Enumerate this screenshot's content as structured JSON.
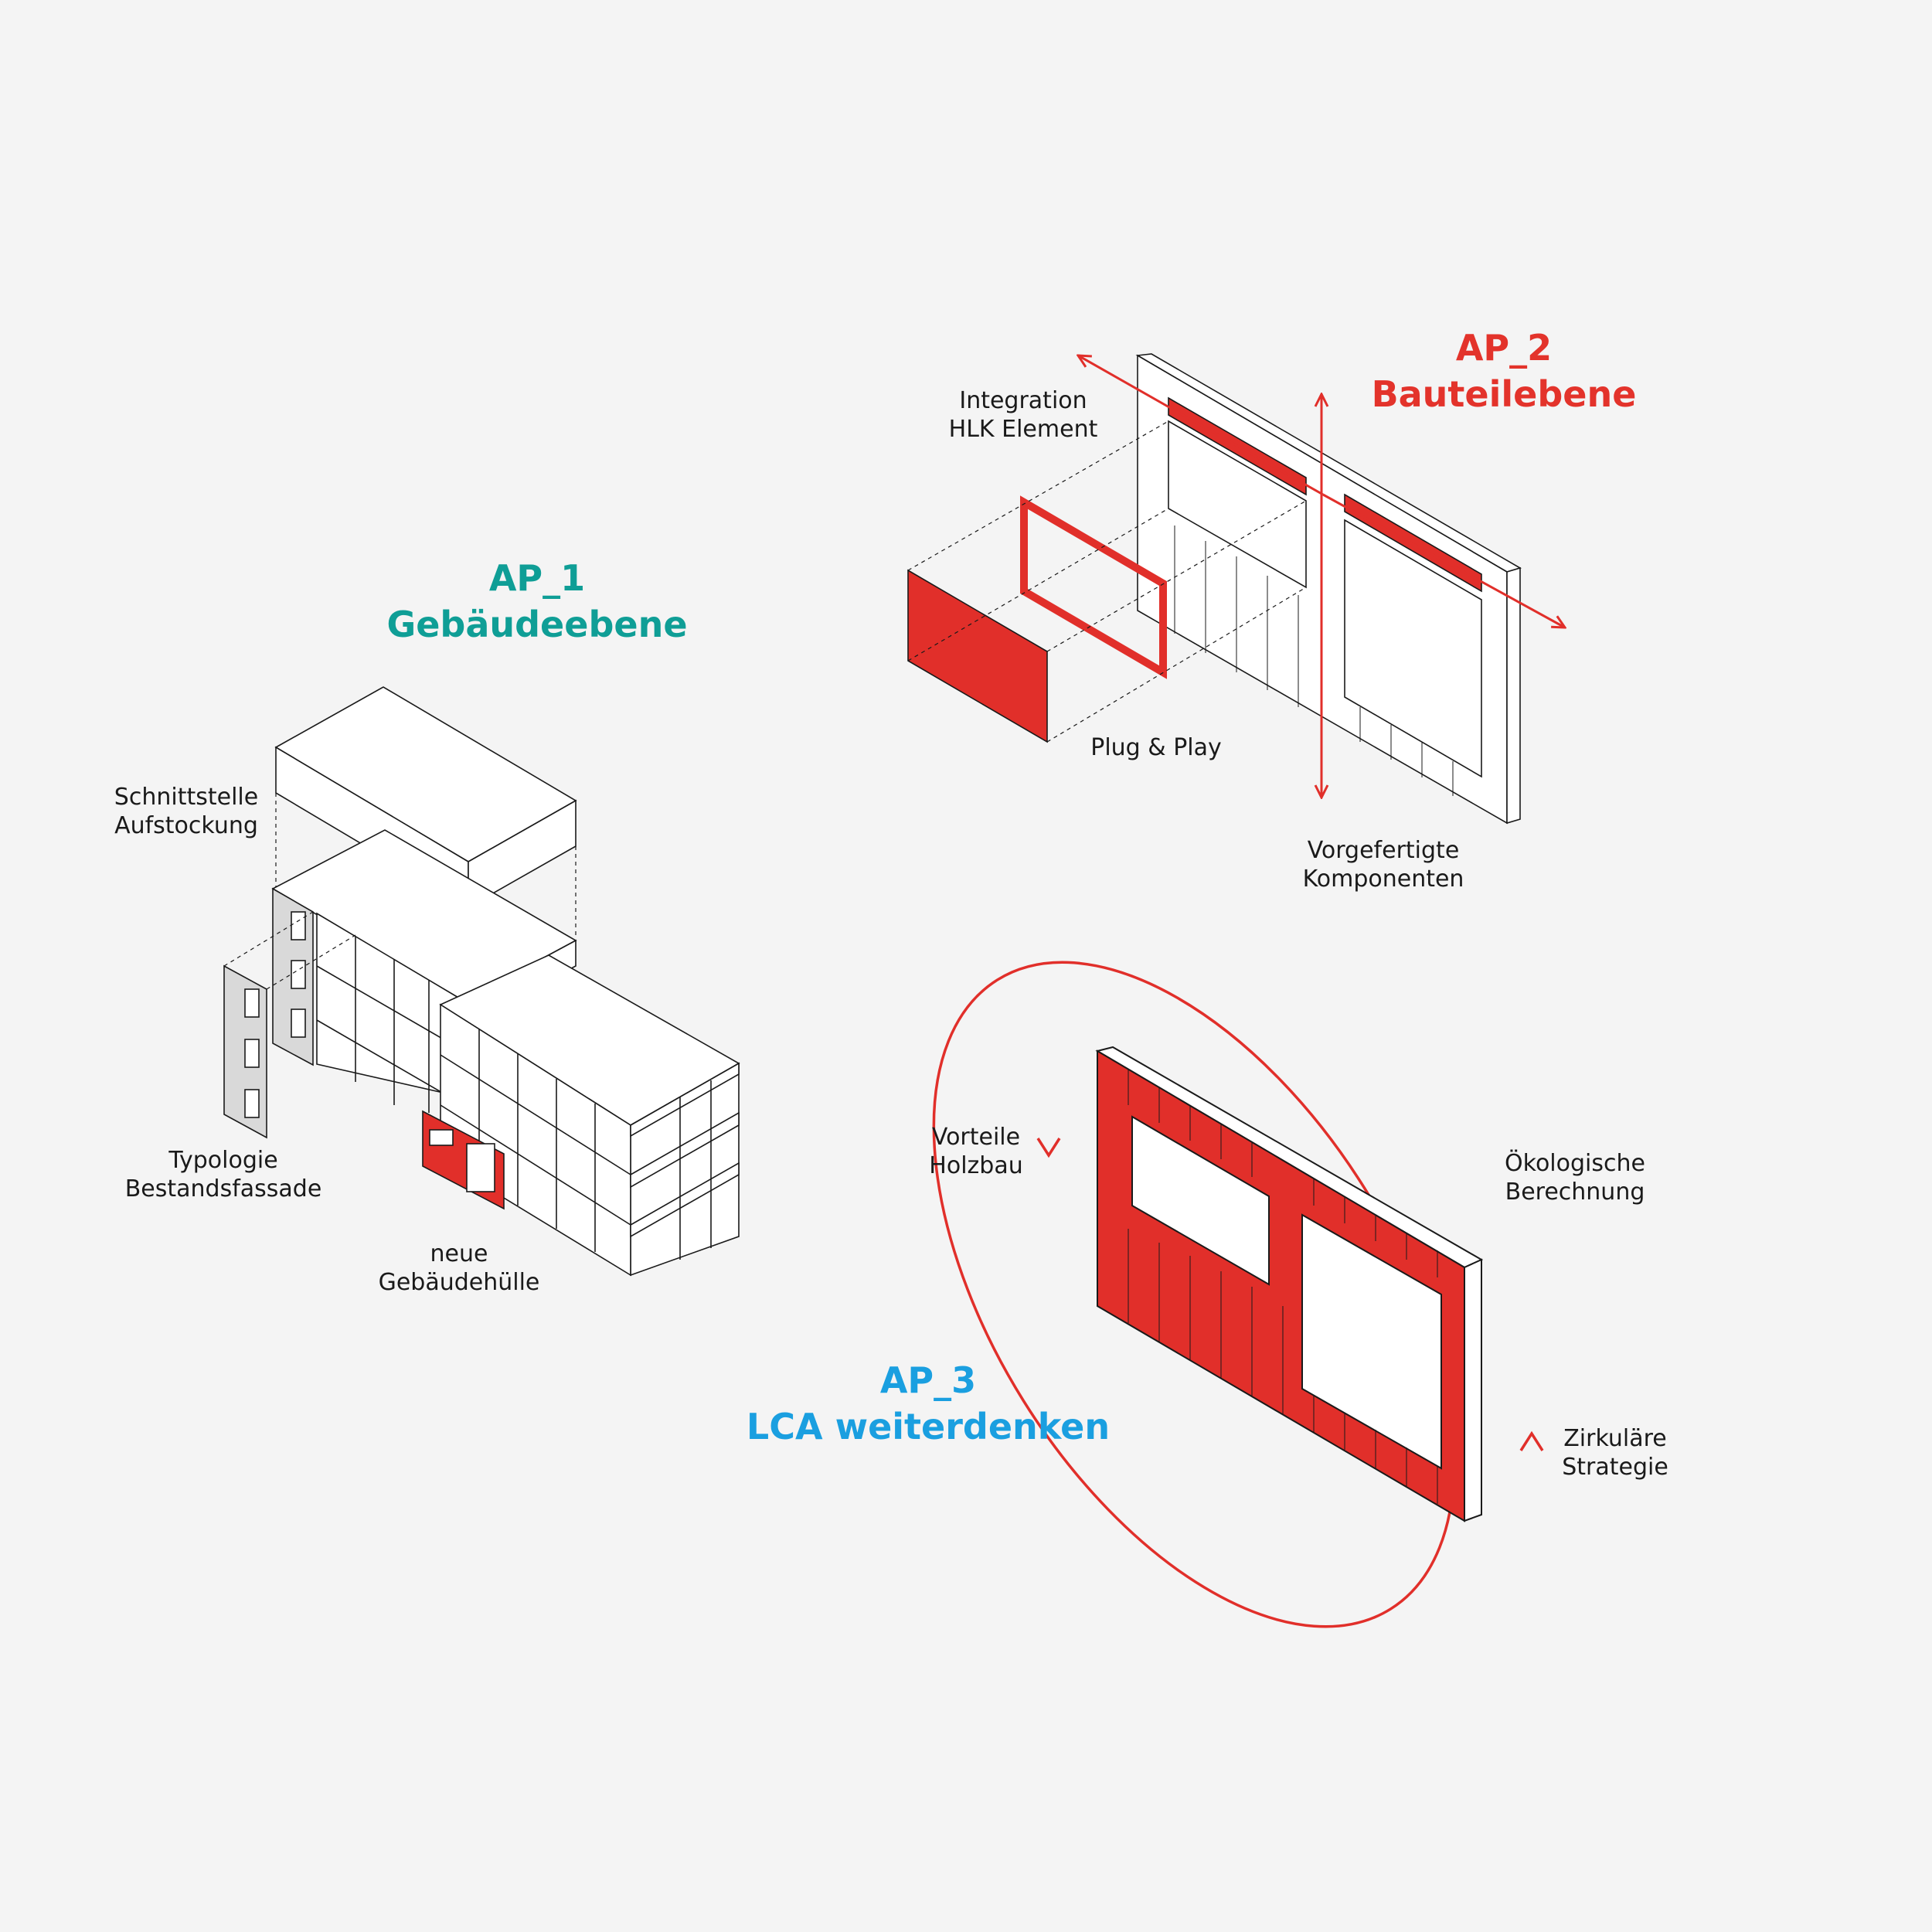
{
  "colors": {
    "background": "#f4f4f4",
    "ap1": "#0f9e96",
    "ap2": "#e3332b",
    "ap3": "#1a9fe0",
    "accent_red": "#e12f2a",
    "line": "#1a1a1a",
    "existing_grey": "#d9d9d9"
  },
  "ap1": {
    "title_line1": "AP_1",
    "title_line2": "Gebäudeebene",
    "labels": {
      "schnittstelle_line1": "Schnittstelle",
      "schnittstelle_line2": "Aufstockung",
      "typologie_line1": "Typologie",
      "typologie_line2": "Bestandsfassade",
      "huelle_line1": "neue",
      "huelle_line2": "Gebäudehülle"
    }
  },
  "ap2": {
    "title_line1": "AP_2",
    "title_line2": "Bauteilebene",
    "labels": {
      "integration_line1": "Integration",
      "integration_line2": "HLK Element",
      "plug_play": "Plug & Play",
      "vorgefertigte_line1": "Vorgefertigte",
      "vorgefertigte_line2": "Komponenten"
    }
  },
  "ap3": {
    "title_line1": "AP_3",
    "title_line2": "LCA weiterdenken",
    "labels": {
      "vorteile_line1": "Vorteile",
      "vorteile_line2": "Holzbau",
      "oekologische_line1": "Ökologische",
      "oekologische_line2": "Berechnung",
      "zirkulaere_line1": "Zirkuläre",
      "zirkulaere_line2": "Strategie"
    }
  }
}
